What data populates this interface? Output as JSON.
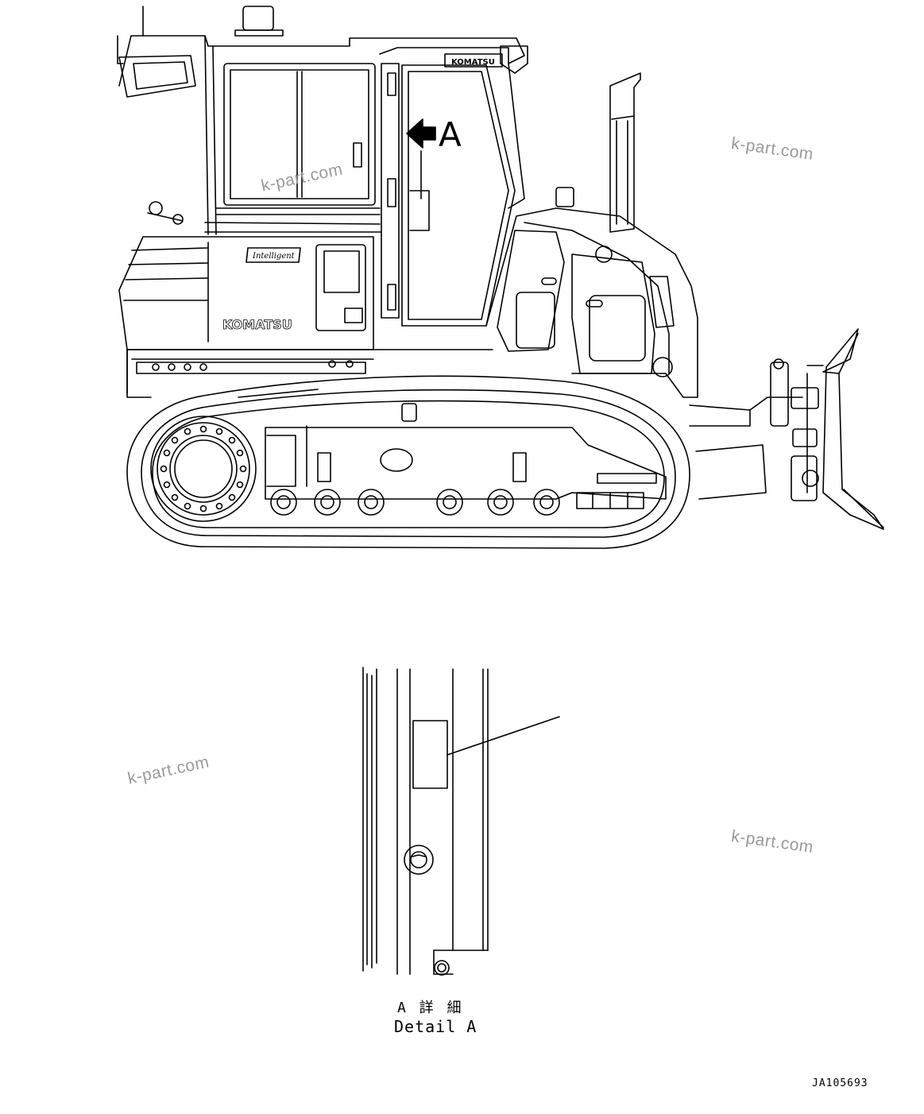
{
  "view_label": "A",
  "brand_text": "KOMATSU",
  "brand_text_cab": "KOMATSU",
  "emblem_text": "Intelligent",
  "watermark": "k-part.com",
  "detail_caption_jp": "A 詳 細",
  "detail_caption_en": "Detail A",
  "drawing_number": "JA105693"
}
